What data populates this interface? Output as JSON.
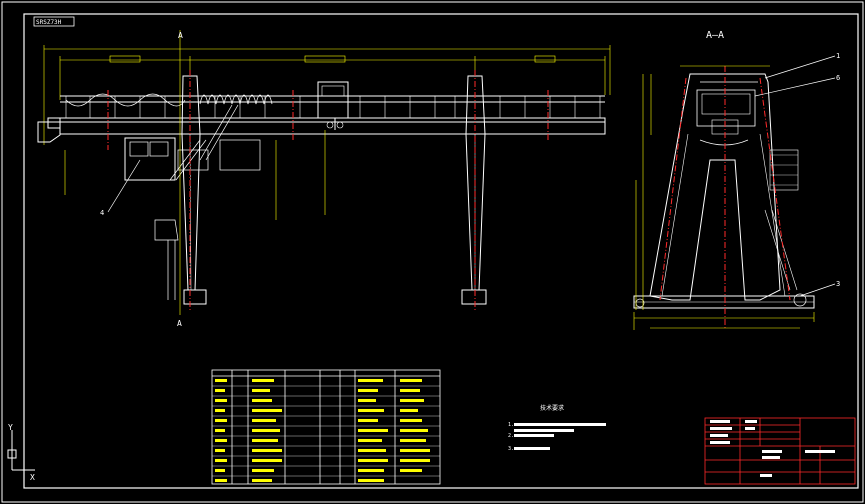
{
  "title_stamp": "SRSZ73H",
  "section_label": "A—A",
  "section_mark_top": "A",
  "section_mark_bottom": "A",
  "leader_labels": [
    "1",
    "6",
    "3",
    "4"
  ],
  "tech_requirements": {
    "heading": "技术要求",
    "lines": [
      "1.",
      "2.",
      "3."
    ]
  },
  "parts_table": {
    "header_cells": [
      "",
      "",
      "",
      "",
      ""
    ],
    "rows": 11
  },
  "title_block": {
    "rows": 8
  },
  "ucs": {
    "x": "X",
    "y": "Y"
  },
  "colors": {
    "background": "#000000",
    "structure": "#ffffff",
    "dimension": "#ffff00",
    "centerline": "#ff2a2a",
    "frame": "#ffffff"
  }
}
